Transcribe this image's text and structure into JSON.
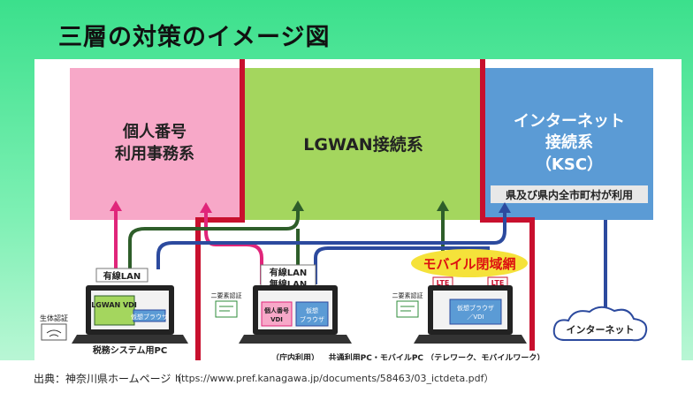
{
  "title": "三層の対策のイメージ図",
  "zones": {
    "mynumber": {
      "line1": "個人番号",
      "line2": "利用事務系"
    },
    "lgwan": {
      "label": "LGWAN接続系"
    },
    "internet": {
      "line1": "インターネット",
      "line2": "接続系",
      "line3": "（KSC）",
      "usage": "県及び県内全市町村が利用"
    }
  },
  "lan": {
    "wired": "有線LAN",
    "wired_wireless_1": "有線LAN",
    "wired_wireless_2": "無線LAN"
  },
  "mobile_closed": "モバイル閉域網",
  "lte": [
    "LTE",
    "LTE"
  ],
  "screens": {
    "left_lgwan": "LGWAN VDI",
    "left_browser": "仮想ブラウザ",
    "mid_mynum_1": "個人番号",
    "mid_mynum_2": "VDI",
    "mid_browser_1": "仮想",
    "mid_browser_2": "ブラウザ",
    "right_browser_1": "仮想ブラウザ",
    "right_browser_2": "／VDI"
  },
  "auth": {
    "bio": "生体認証",
    "twofactor_1": "二要素認証",
    "twofactor_2": "二要素認証"
  },
  "pc_labels": {
    "left": "税務システム用PC",
    "middle": "（庁内利用）",
    "right": "共通利用PC・モバイルPC （テレワーク、モバイルワーク）"
  },
  "cloud": "インターネット",
  "source": {
    "label": "出典：神奈川県ホームページ（",
    "url": "https://www.pref.kanagawa.jp/documents/58463/03_ictdeta.pdf）"
  },
  "colors": {
    "pink": "#f7a8c8",
    "green": "#a4d65e",
    "blue": "#5b9bd5",
    "red": "#c8102e",
    "darkgreen": "#2e5e2a",
    "navy": "#2c4a9e",
    "magenta": "#e0257a"
  }
}
